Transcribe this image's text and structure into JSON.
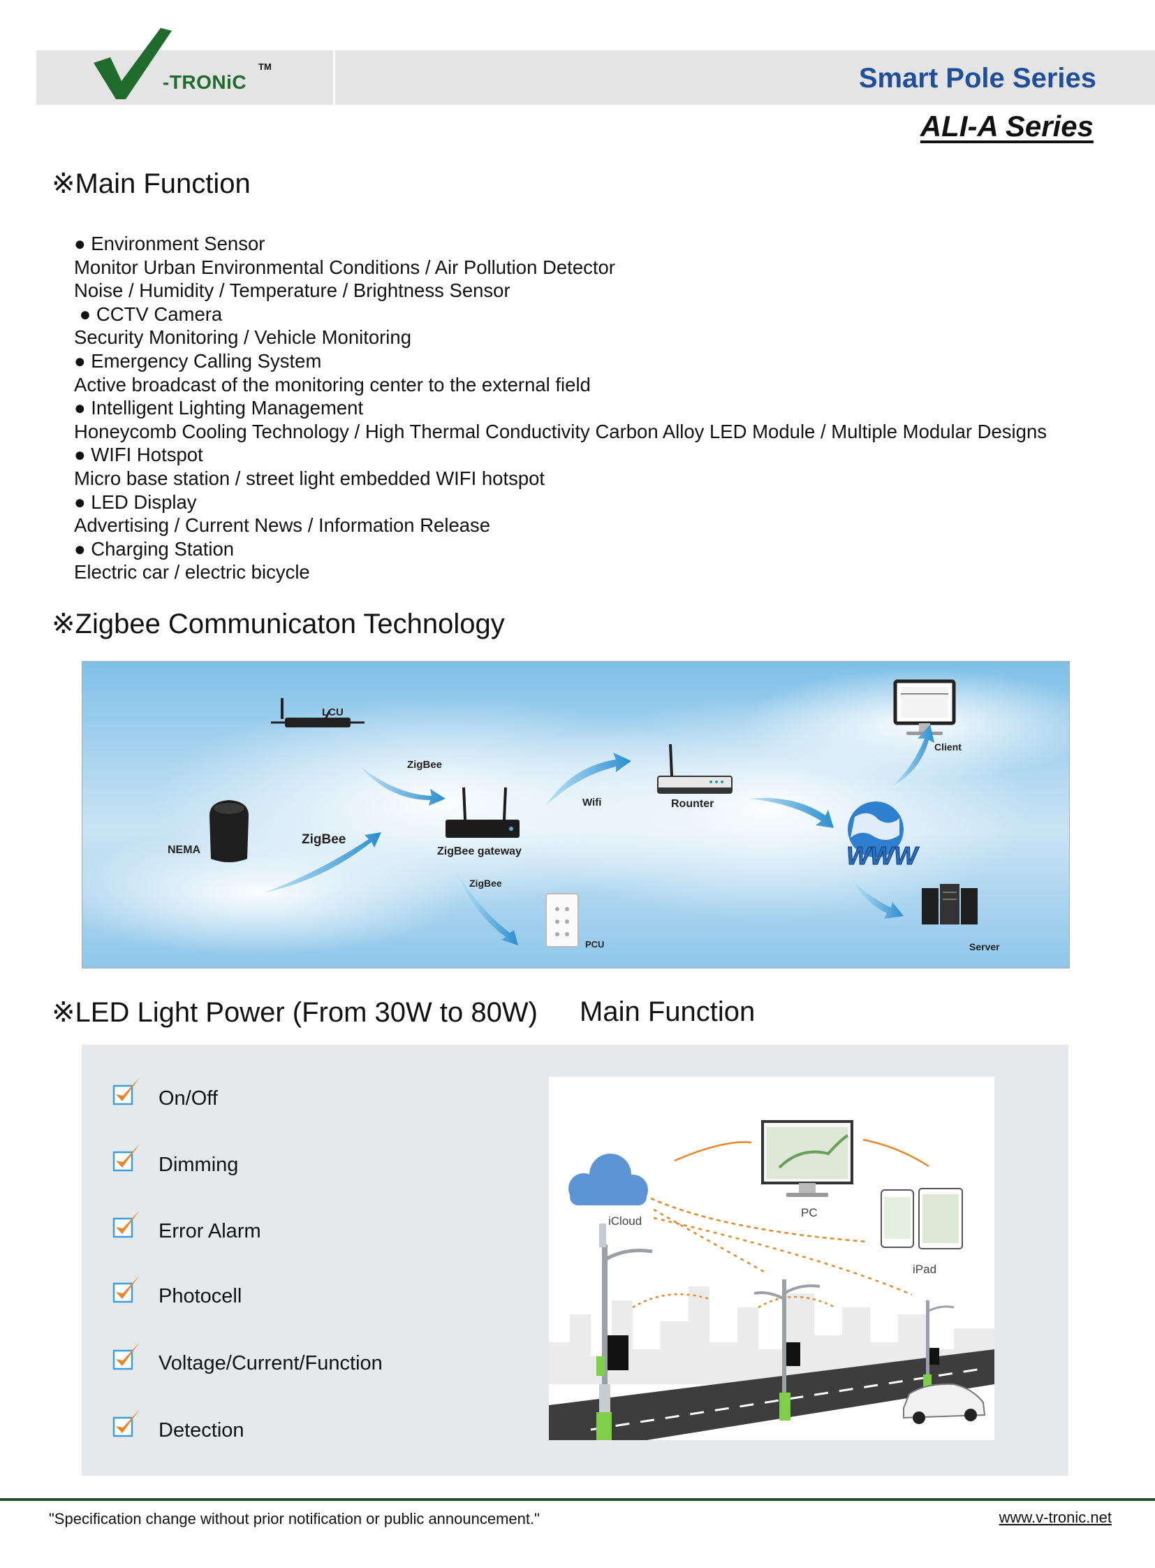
{
  "header": {
    "logo_text": "-TRONiC",
    "logo_tm": "TM",
    "series_title": "Smart Pole Series",
    "sub_title": "ALI-A Series"
  },
  "sections": {
    "main_function_title": "※Main Function",
    "zigbee_title": "※Zigbee Communicaton Technology",
    "led_title": "※LED Light Power (From 30W to 80W)",
    "led_main_function": "Main Function"
  },
  "main_function_lines": [
    "● Environment Sensor",
    "Monitor Urban Environmental Conditions / Air Pollution Detector",
    "Noise / Humidity / Temperature / Brightness Sensor",
    " ● CCTV Camera",
    "Security Monitoring / Vehicle Monitoring",
    "● Emergency Calling System",
    "Active broadcast of the monitoring center to the external field",
    "● Intelligent Lighting Management",
    "Honeycomb Cooling Technology / High Thermal Conductivity Carbon Alloy LED Module / Multiple Modular Designs",
    "● WIFI Hotspot",
    "Micro base station / street light embedded WIFI hotspot",
    "● LED Display",
    "Advertising / Current News / Information Release",
    "● Charging Station",
    "Electric car / electric bicycle"
  ],
  "zigbee_diagram": {
    "lcu": "LCU",
    "nema": "NEMA",
    "zigbee_1": "ZigBee",
    "zigbee_2": "ZigBee",
    "zigbee_3": "ZigBee",
    "gateway": "ZigBee gateway",
    "wifi": "Wifi",
    "router": "Rounter",
    "client": "Client",
    "server": "Server",
    "pcu": "PCU",
    "www": "WWW"
  },
  "led_features": [
    "On/Off",
    "Dimming",
    "Error Alarm",
    "Photocell",
    "Voltage/Current/Function",
    "Detection"
  ],
  "led_illustration": {
    "icloud": "iCloud",
    "pc": "PC",
    "ipad": "iPad"
  },
  "footer": {
    "disclaimer": "\"Specification change without prior notification or public announcement.\"",
    "website": "www.v-tronic.net"
  },
  "colors": {
    "brand_green": "#1f6b2b",
    "title_blue": "#1f4e9a",
    "check_orange": "#e8862a",
    "arrow_blue": "#3a9fd6"
  }
}
